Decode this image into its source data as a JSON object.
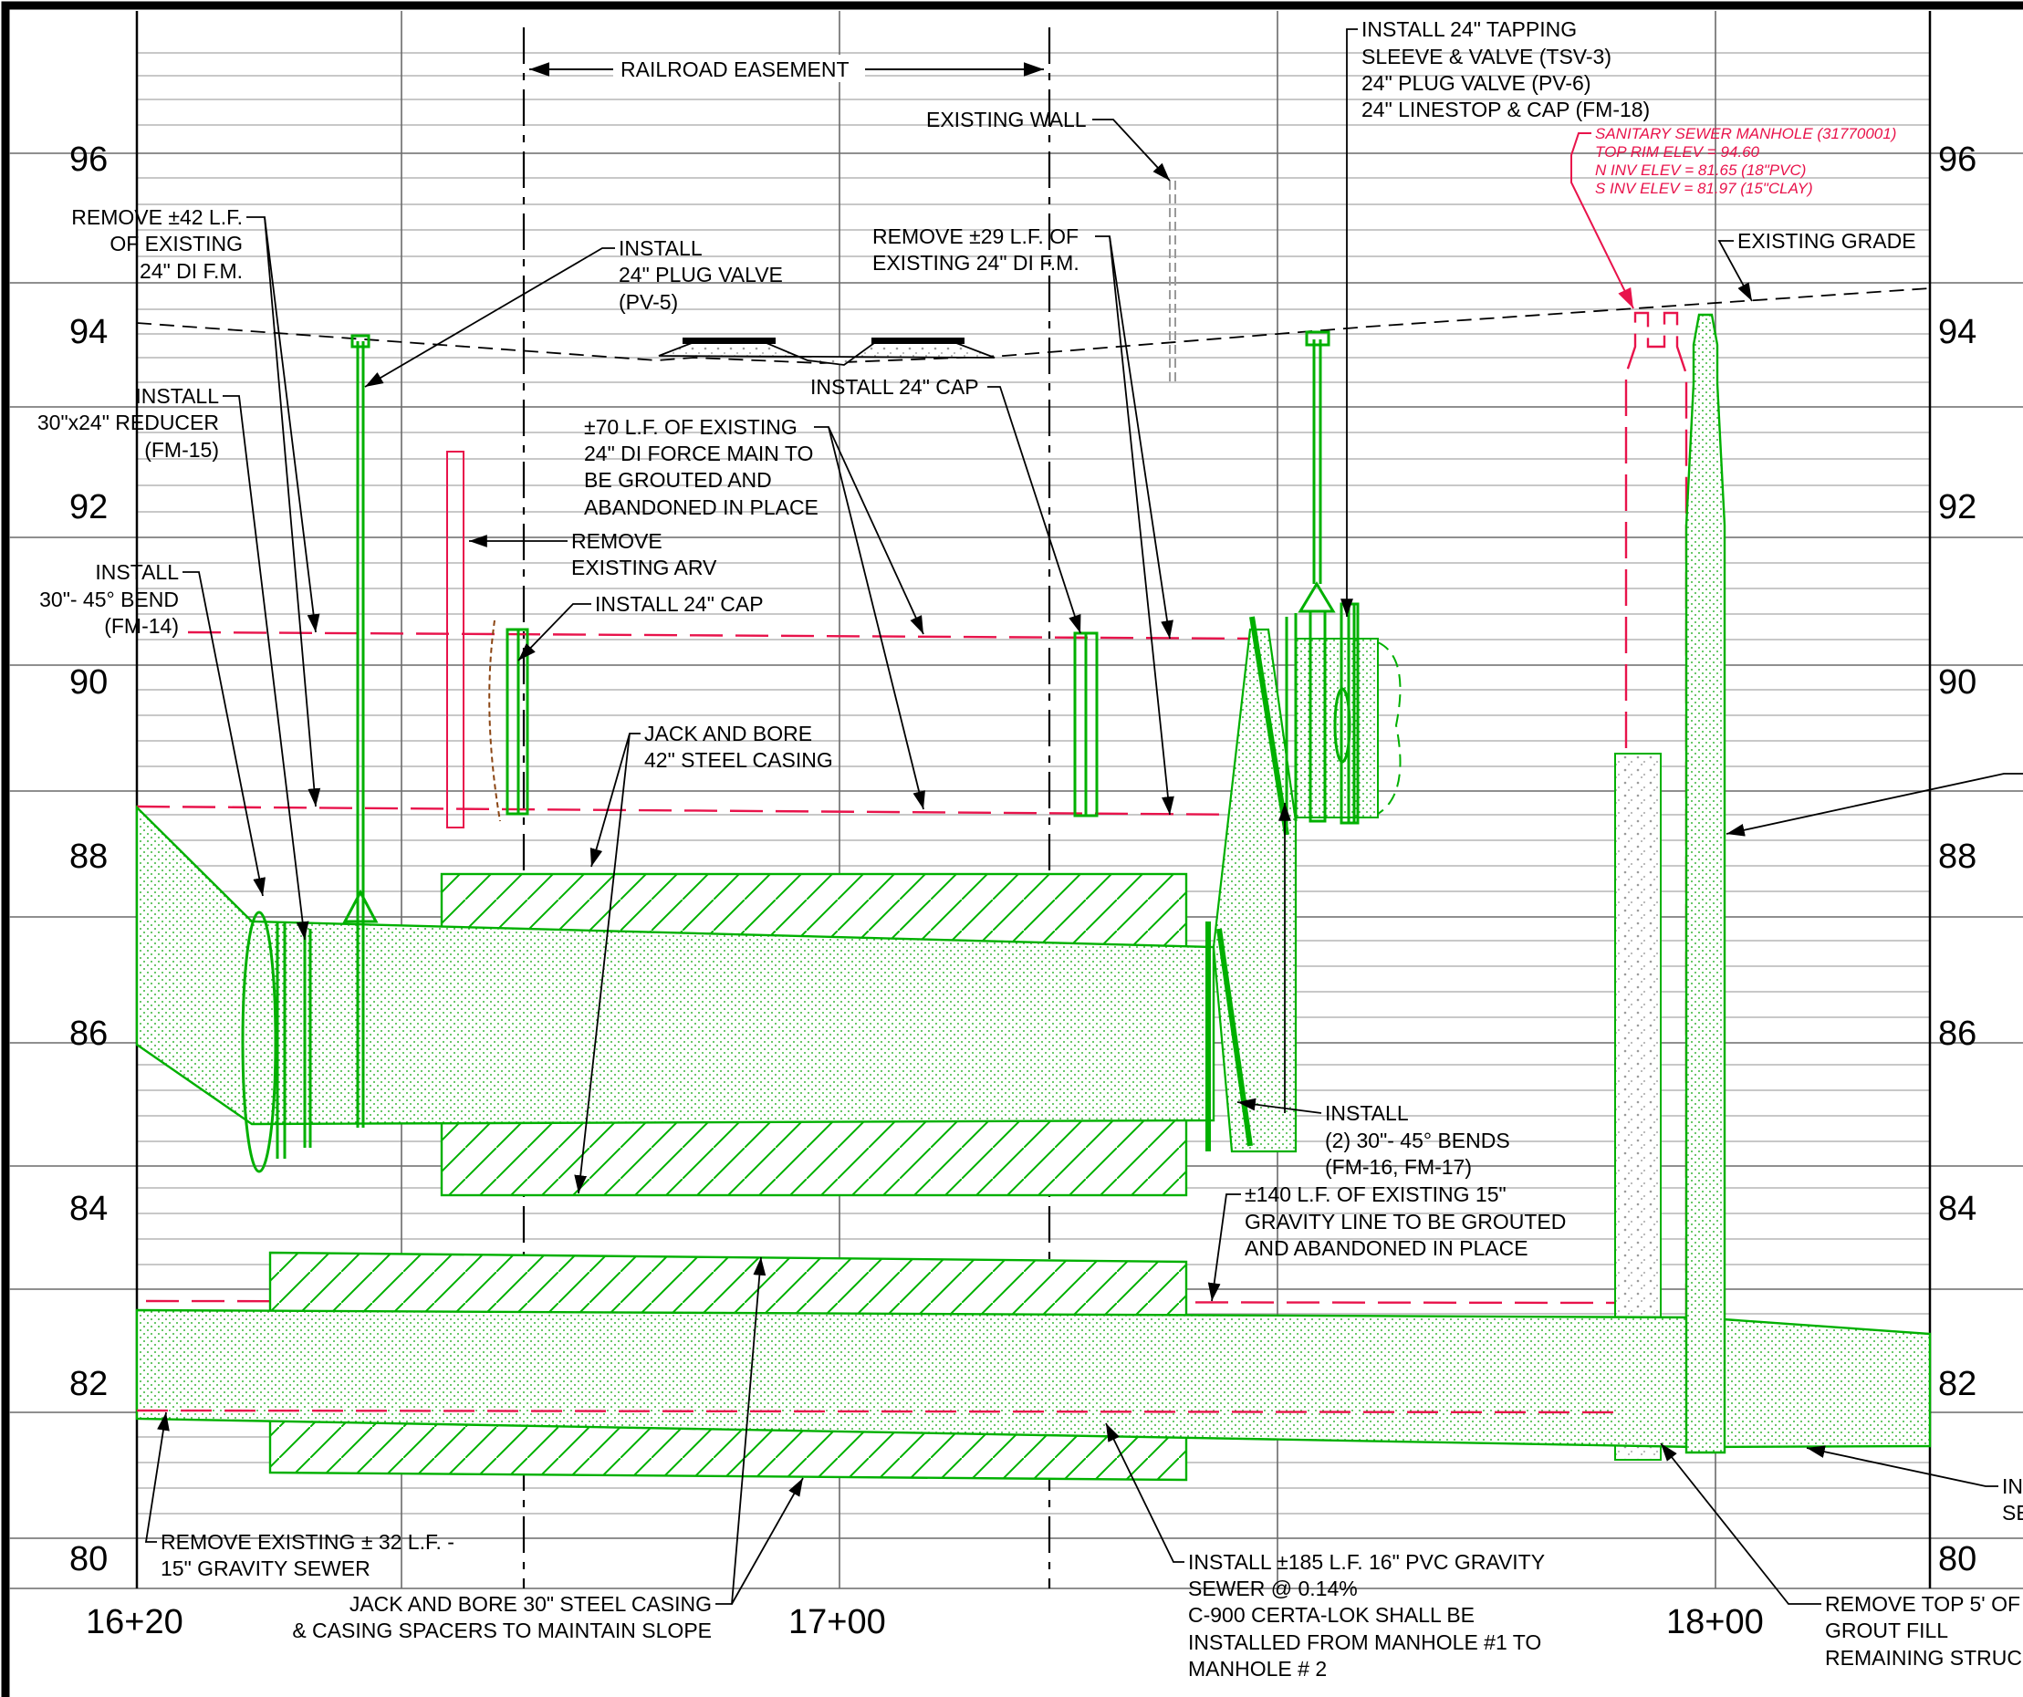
{
  "elevation_labels": [
    "96",
    "94",
    "92",
    "90",
    "88",
    "86",
    "84",
    "82",
    "80"
  ],
  "station_labels": [
    "16+20",
    "17+00",
    "18+00"
  ],
  "colors": {
    "proposed": "#00b000",
    "existing_removed": "#e8134b",
    "grid": "#9a9a9a",
    "linework": "#000000"
  },
  "notes": {
    "railroad_easement": "RAILROAD EASEMENT",
    "existing_wall": "EXISTING WALL",
    "existing_grade": "EXISTING GRADE",
    "tapping": [
      "INSTALL 24\" TAPPING",
      "SLEEVE & VALVE (TSV-3)",
      "24\" PLUG VALVE (PV-6)",
      "24\" LINESTOP & CAP (FM-18)"
    ],
    "manhole": [
      "SANITARY SEWER MANHOLE (31770001)",
      "TOP RIM ELEV = 94.60",
      "N INV ELEV = 81.65 (18\"PVC)",
      "S INV ELEV = 81.97 (15\"CLAY)"
    ],
    "remove42": [
      "REMOVE ±42 L.F.",
      "OF EXISTING",
      "24\" DI F.M."
    ],
    "plug_valve": [
      "INSTALL",
      "24\" PLUG VALVE",
      "(PV-5)"
    ],
    "remove29": [
      "REMOVE ±29 L.F. OF",
      "EXISTING 24\" DI F.M."
    ],
    "reducer": [
      "INSTALL",
      "30\"x24\" REDUCER",
      "(FM-15)"
    ],
    "cap_right": "INSTALL 24\" CAP",
    "abandon70": [
      "±70 L.F. OF EXISTING",
      "24\" DI FORCE MAIN TO",
      "BE GROUTED AND",
      "ABANDONED IN PLACE"
    ],
    "remove_arv": [
      "REMOVE",
      "EXISTING ARV"
    ],
    "bend14": [
      "INSTALL",
      "30\"- 45° BEND",
      "(FM-14)"
    ],
    "cap_left": "INSTALL 24\" CAP",
    "jack42": [
      "JACK AND BORE",
      "42\" STEEL CASING"
    ],
    "bends16": [
      "INSTALL",
      "(2) 30\"- 45° BENDS",
      "(FM-16, FM-17)"
    ],
    "abandon140": [
      "±140 L.F. OF EXISTING 15\"",
      "GRAVITY LINE TO BE GROUTED",
      "AND ABANDONED IN PLACE"
    ],
    "remove32": [
      "REMOVE EXISTING ± 32 L.F. -",
      "15\" GRAVITY SEWER"
    ],
    "jack30": [
      "JACK AND BORE 30\" STEEL CASING",
      "& CASING SPACERS TO MAINTAIN SLOPE"
    ],
    "pvc185": [
      "INSTALL ±185 L.F. 16\" PVC GRAVITY",
      "SEWER @ 0.14%",
      "C-900 CERTA-LOK SHALL BE",
      "INSTALLED FROM MANHOLE #1 TO",
      "MANHOLE # 2"
    ],
    "remove_top": [
      "REMOVE TOP 5' OF",
      "GROUT FILL",
      "REMAINING STRUC"
    ],
    "install_right": [
      "INS",
      "SE"
    ]
  }
}
